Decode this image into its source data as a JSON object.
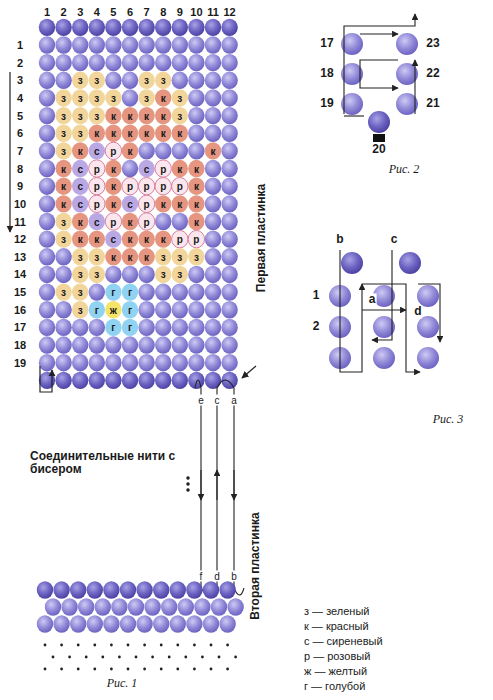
{
  "diagram": {
    "labels": [
      "1",
      "2",
      "3",
      "4",
      "5",
      "6",
      "7",
      "8",
      "9",
      "10",
      "11",
      "12",
      "1",
      "2",
      "3",
      "4",
      "5",
      "6",
      "7",
      "8",
      "9",
      "10",
      "11",
      "12",
      "13",
      "14",
      "15",
      "16",
      "17",
      "18",
      "19",
      "з",
      "з",
      "з",
      "з",
      "з",
      "з",
      "з",
      "з",
      "з",
      "к",
      "з",
      "з",
      "з",
      "з",
      "к",
      "к",
      "к",
      "к",
      "з",
      "з",
      "з",
      "к",
      "к",
      "к",
      "к",
      "к",
      "к",
      "з",
      "к",
      "с",
      "р",
      "к",
      "к",
      "к",
      "с",
      "р",
      "к",
      "с",
      "р",
      "к",
      "к",
      "к",
      "с",
      "р",
      "к",
      "р",
      "р",
      "р",
      "р",
      "к",
      "к",
      "с",
      "р",
      "к",
      "с",
      "р",
      "к",
      "к",
      "к",
      "з",
      "к",
      "с",
      "р",
      "к",
      "р",
      "к",
      "з",
      "к",
      "к",
      "с",
      "к",
      "к",
      "к",
      "р",
      "р",
      "з",
      "з",
      "к",
      "к",
      "к",
      "з",
      "з",
      "з",
      "з",
      "з",
      "з",
      "з",
      "з",
      "з",
      "г",
      "г",
      "з",
      "г",
      "ж",
      "г",
      "г",
      "г",
      "Первая пластинка",
      "e",
      "c",
      "a",
      "Соединительные нити с бисером",
      "f",
      "d",
      "b",
      "Вторая пластинка",
      "Рис. 1",
      "17",
      "18",
      "19",
      "20",
      "21",
      "22",
      "23",
      "Рис. 2",
      "b",
      "c",
      "a",
      "d",
      "1",
      "2",
      "Рис. 3"
    ],
    "legend": [
      {
        "text": "з — зеленый"
      },
      {
        "text": "к — красный"
      },
      {
        "text": "с — сиреневый"
      },
      {
        "text": "р — розовый"
      },
      {
        "text": "ж — желтый"
      },
      {
        "text": "г — голубой"
      }
    ]
  }
}
